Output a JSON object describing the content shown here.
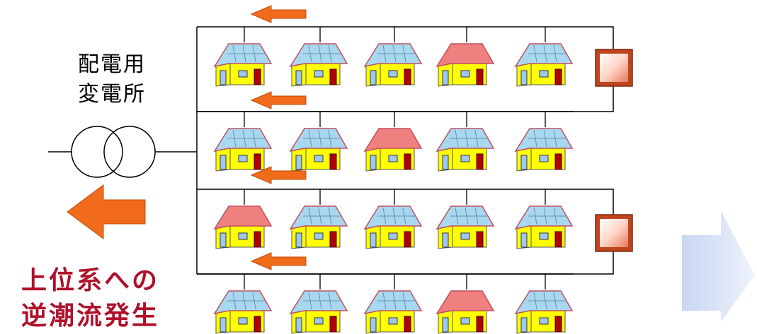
{
  "substation": {
    "line1": "配電用",
    "line2": "変電所"
  },
  "warning": {
    "line1": "上位系への",
    "line2": "逆潮流発生"
  },
  "colors": {
    "house_wall": "#ffff00",
    "roof_solar": "#a8d8f0",
    "roof_plain": "#f08080",
    "reverse_flow_arrow": "#f26b1a",
    "next_arrow": "#d8e4f5",
    "equipment_box": "#f7a98a",
    "warning_text": "#b0102a"
  },
  "feeders": [
    {
      "roofs": [
        "solar",
        "solar",
        "solar",
        "plain",
        "solar"
      ],
      "has_equipment": true
    },
    {
      "roofs": [
        "solar",
        "solar",
        "plain",
        "solar",
        "solar"
      ],
      "has_equipment": false
    },
    {
      "roofs": [
        "plain",
        "solar",
        "solar",
        "solar",
        "solar"
      ],
      "has_equipment": true
    },
    {
      "roofs": [
        "solar",
        "solar",
        "solar",
        "plain",
        "solar"
      ],
      "has_equipment": false
    }
  ]
}
